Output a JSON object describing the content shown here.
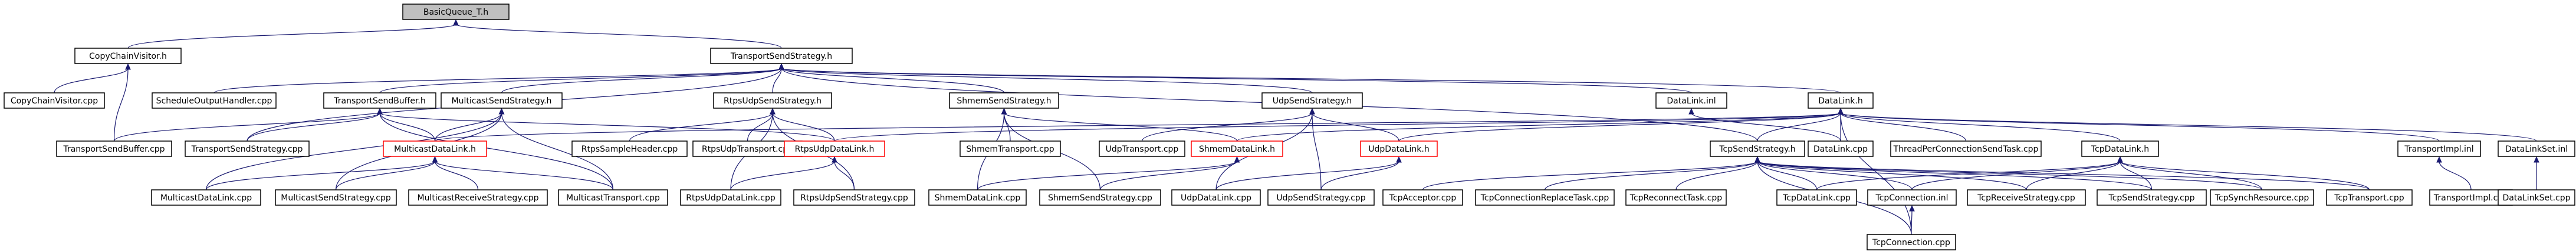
{
  "graph": {
    "nodes": [
      {
        "id": "n0",
        "label": "BasicQueue_T.h"
      },
      {
        "id": "n1",
        "label": "CopyChainVisitor.h"
      },
      {
        "id": "n2",
        "label": "TransportSendStrategy.h"
      },
      {
        "id": "n3",
        "label": "CopyChainVisitor.cpp"
      },
      {
        "id": "n4",
        "label": "TransportSendBuffer.cpp"
      },
      {
        "id": "n5",
        "label": "ScheduleOutputHandler.cpp"
      },
      {
        "id": "n6",
        "label": "TransportSendBuffer.h"
      },
      {
        "id": "n7",
        "label": "MulticastSendStrategy.h"
      },
      {
        "id": "n8",
        "label": "RtpsUdpSendStrategy.h"
      },
      {
        "id": "n9",
        "label": "ShmemSendStrategy.h"
      },
      {
        "id": "n10",
        "label": "UdpSendStrategy.h"
      },
      {
        "id": "n11",
        "label": "DataLink.inl"
      },
      {
        "id": "n12",
        "label": "DataLink.h"
      },
      {
        "id": "n13",
        "label": "TransportSendStrategy.cpp"
      },
      {
        "id": "n14",
        "label": "MulticastDataLink.h",
        "red": true
      },
      {
        "id": "n15",
        "label": "RtpsSampleHeader.cpp"
      },
      {
        "id": "n16",
        "label": "RtpsUdpTransport.cpp"
      },
      {
        "id": "n17",
        "label": "RtpsUdpDataLink.h",
        "red": true
      },
      {
        "id": "n18",
        "label": "ShmemTransport.cpp"
      },
      {
        "id": "n19",
        "label": "UdpTransport.cpp"
      },
      {
        "id": "n20",
        "label": "ShmemDataLink.h",
        "red": true
      },
      {
        "id": "n21",
        "label": "UdpDataLink.h",
        "red": true
      },
      {
        "id": "n22",
        "label": "TcpSendStrategy.h"
      },
      {
        "id": "n23",
        "label": "DataLink.cpp"
      },
      {
        "id": "n24",
        "label": "ThreadPerConnectionSendTask.cpp"
      },
      {
        "id": "n25",
        "label": "TcpDataLink.h"
      },
      {
        "id": "n26",
        "label": "TransportImpl.inl"
      },
      {
        "id": "n27",
        "label": "DataLinkSet.inl"
      },
      {
        "id": "n28",
        "label": "MulticastDataLink.cpp"
      },
      {
        "id": "n29",
        "label": "MulticastSendStrategy.cpp"
      },
      {
        "id": "n30",
        "label": "MulticastReceiveStrategy.cpp"
      },
      {
        "id": "n31",
        "label": "MulticastTransport.cpp"
      },
      {
        "id": "n32",
        "label": "RtpsUdpDataLink.cpp"
      },
      {
        "id": "n33",
        "label": "RtpsUdpSendStrategy.cpp"
      },
      {
        "id": "n34",
        "label": "ShmemDataLink.cpp"
      },
      {
        "id": "n35",
        "label": "ShmemSendStrategy.cpp"
      },
      {
        "id": "n36",
        "label": "UdpDataLink.cpp"
      },
      {
        "id": "n37",
        "label": "UdpSendStrategy.cpp"
      },
      {
        "id": "n38",
        "label": "TcpAcceptor.cpp"
      },
      {
        "id": "n39",
        "label": "TcpConnectionReplaceTask.cpp"
      },
      {
        "id": "n40",
        "label": "TcpReconnectTask.cpp"
      },
      {
        "id": "n41",
        "label": "TcpDataLink.cpp"
      },
      {
        "id": "n42",
        "label": "TcpConnection.inl"
      },
      {
        "id": "n43",
        "label": "TcpReceiveStrategy.cpp"
      },
      {
        "id": "n44",
        "label": "TcpSendStrategy.cpp"
      },
      {
        "id": "n45",
        "label": "TcpSynchResource.cpp"
      },
      {
        "id": "n46",
        "label": "TcpTransport.cpp"
      },
      {
        "id": "n47",
        "label": "TransportImpl.cpp"
      },
      {
        "id": "n48",
        "label": "DataLinkSet.cpp"
      },
      {
        "id": "n49",
        "label": "TcpConnection.cpp"
      }
    ],
    "edges": [
      [
        "n0",
        "n1"
      ],
      [
        "n0",
        "n2"
      ],
      [
        "n1",
        "n3"
      ],
      [
        "n1",
        "n4"
      ],
      [
        "n2",
        "n5"
      ],
      [
        "n2",
        "n6"
      ],
      [
        "n2",
        "n7"
      ],
      [
        "n2",
        "n8"
      ],
      [
        "n2",
        "n9"
      ],
      [
        "n2",
        "n10"
      ],
      [
        "n2",
        "n11"
      ],
      [
        "n2",
        "n12"
      ],
      [
        "n2",
        "n13"
      ],
      [
        "n2",
        "n22"
      ],
      [
        "n6",
        "n4"
      ],
      [
        "n6",
        "n13"
      ],
      [
        "n6",
        "n14"
      ],
      [
        "n6",
        "n31"
      ],
      [
        "n6",
        "n17"
      ],
      [
        "n7",
        "n14"
      ],
      [
        "n7",
        "n28"
      ],
      [
        "n7",
        "n29"
      ],
      [
        "n7",
        "n31"
      ],
      [
        "n8",
        "n15"
      ],
      [
        "n8",
        "n16"
      ],
      [
        "n8",
        "n17"
      ],
      [
        "n8",
        "n32"
      ],
      [
        "n8",
        "n33"
      ],
      [
        "n9",
        "n18"
      ],
      [
        "n9",
        "n20"
      ],
      [
        "n9",
        "n34"
      ],
      [
        "n9",
        "n35"
      ],
      [
        "n10",
        "n19"
      ],
      [
        "n10",
        "n21"
      ],
      [
        "n10",
        "n36"
      ],
      [
        "n10",
        "n37"
      ],
      [
        "n11",
        "n23"
      ],
      [
        "n12",
        "n23"
      ],
      [
        "n12",
        "n24"
      ],
      [
        "n12",
        "n14"
      ],
      [
        "n12",
        "n17"
      ],
      [
        "n12",
        "n20"
      ],
      [
        "n12",
        "n21"
      ],
      [
        "n12",
        "n25"
      ],
      [
        "n12",
        "n26"
      ],
      [
        "n12",
        "n27"
      ],
      [
        "n12",
        "n22"
      ],
      [
        "n12",
        "n49"
      ],
      [
        "n14",
        "n28"
      ],
      [
        "n14",
        "n29"
      ],
      [
        "n14",
        "n30"
      ],
      [
        "n14",
        "n31"
      ],
      [
        "n17",
        "n32"
      ],
      [
        "n17",
        "n33"
      ],
      [
        "n20",
        "n34"
      ],
      [
        "n20",
        "n35"
      ],
      [
        "n21",
        "n36"
      ],
      [
        "n21",
        "n37"
      ],
      [
        "n22",
        "n38"
      ],
      [
        "n22",
        "n39"
      ],
      [
        "n22",
        "n40"
      ],
      [
        "n22",
        "n41"
      ],
      [
        "n22",
        "n42"
      ],
      [
        "n22",
        "n43"
      ],
      [
        "n22",
        "n44"
      ],
      [
        "n22",
        "n45"
      ],
      [
        "n22",
        "n46"
      ],
      [
        "n22",
        "n49"
      ],
      [
        "n25",
        "n41"
      ],
      [
        "n25",
        "n42"
      ],
      [
        "n25",
        "n43"
      ],
      [
        "n25",
        "n44"
      ],
      [
        "n25",
        "n45"
      ],
      [
        "n25",
        "n46"
      ],
      [
        "n26",
        "n47"
      ],
      [
        "n27",
        "n48"
      ],
      [
        "n42",
        "n49"
      ]
    ]
  }
}
